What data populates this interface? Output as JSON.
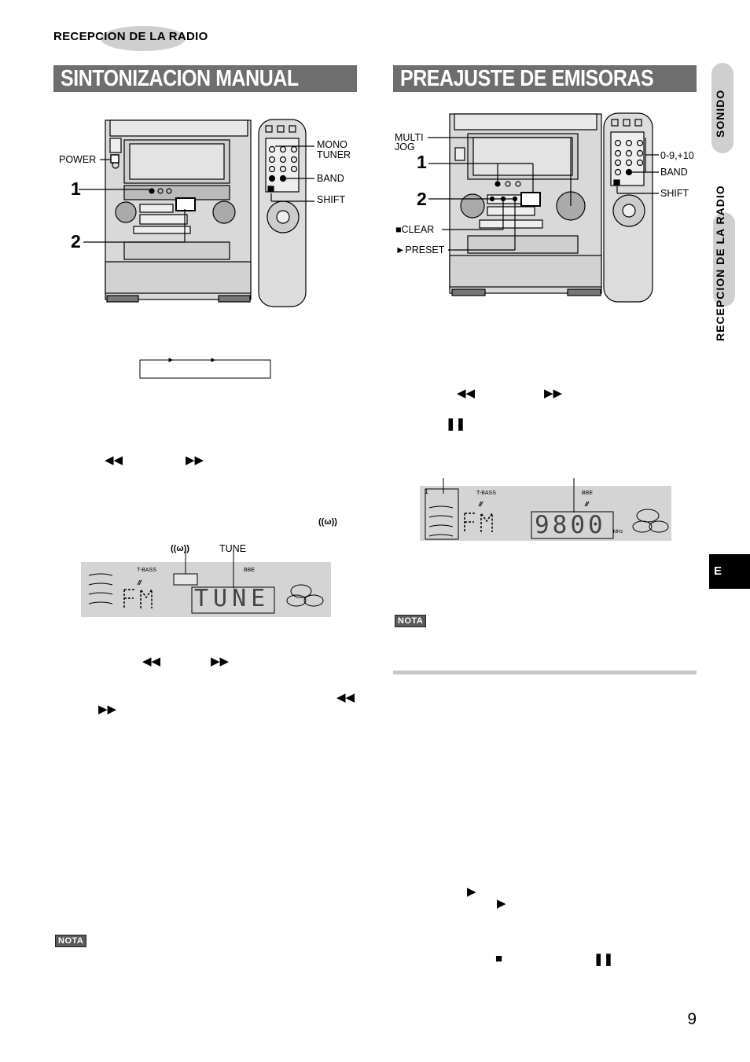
{
  "header": {
    "section": "RECEPCION DE LA RADIO"
  },
  "left": {
    "title": "SINTONIZACION MANUAL",
    "device_labels": {
      "power": "POWER",
      "mono": "MONO",
      "tuner": "TUNER",
      "band": "BAND",
      "shift": "SHIFT",
      "step1": "1",
      "step2": "2"
    },
    "display": {
      "stereo_icon": "((ω))",
      "tune_label": "TUNE",
      "t_bass": "T-BASS",
      "bbe": "BBE",
      "band_text": "FM",
      "main_text": "TUNE"
    },
    "rew": "◀◀",
    "ff": "▶▶",
    "nota": "NOTA"
  },
  "right": {
    "title": "PREAJUSTE DE EMISORAS",
    "device_labels": {
      "multi": "MULTI",
      "jog": "JOG",
      "clear": "■CLEAR",
      "preset": "►PRESET",
      "digits": "0-9,+10",
      "band": "BAND",
      "shift": "SHIFT",
      "step1": "1",
      "step2": "2"
    },
    "display": {
      "t_bass": "T-BASS",
      "bbe": "BBE",
      "band_text": "FM",
      "freq": "9800",
      "unit": "MHz",
      "preset_num": "1"
    },
    "rew": "◀◀",
    "ff": "▶▶",
    "pause": "❚❚",
    "play": "▶",
    "stop": "■",
    "nota": "NOTA"
  },
  "sidebar": {
    "sonido": "SONIDO",
    "radio": "RECEPCION DE LA RADIO",
    "lang": "E"
  },
  "page_number": "9",
  "colors": {
    "banner": "#6e6e6e",
    "display_bg": "#d4d4d4",
    "device": "#c8c8c8"
  }
}
